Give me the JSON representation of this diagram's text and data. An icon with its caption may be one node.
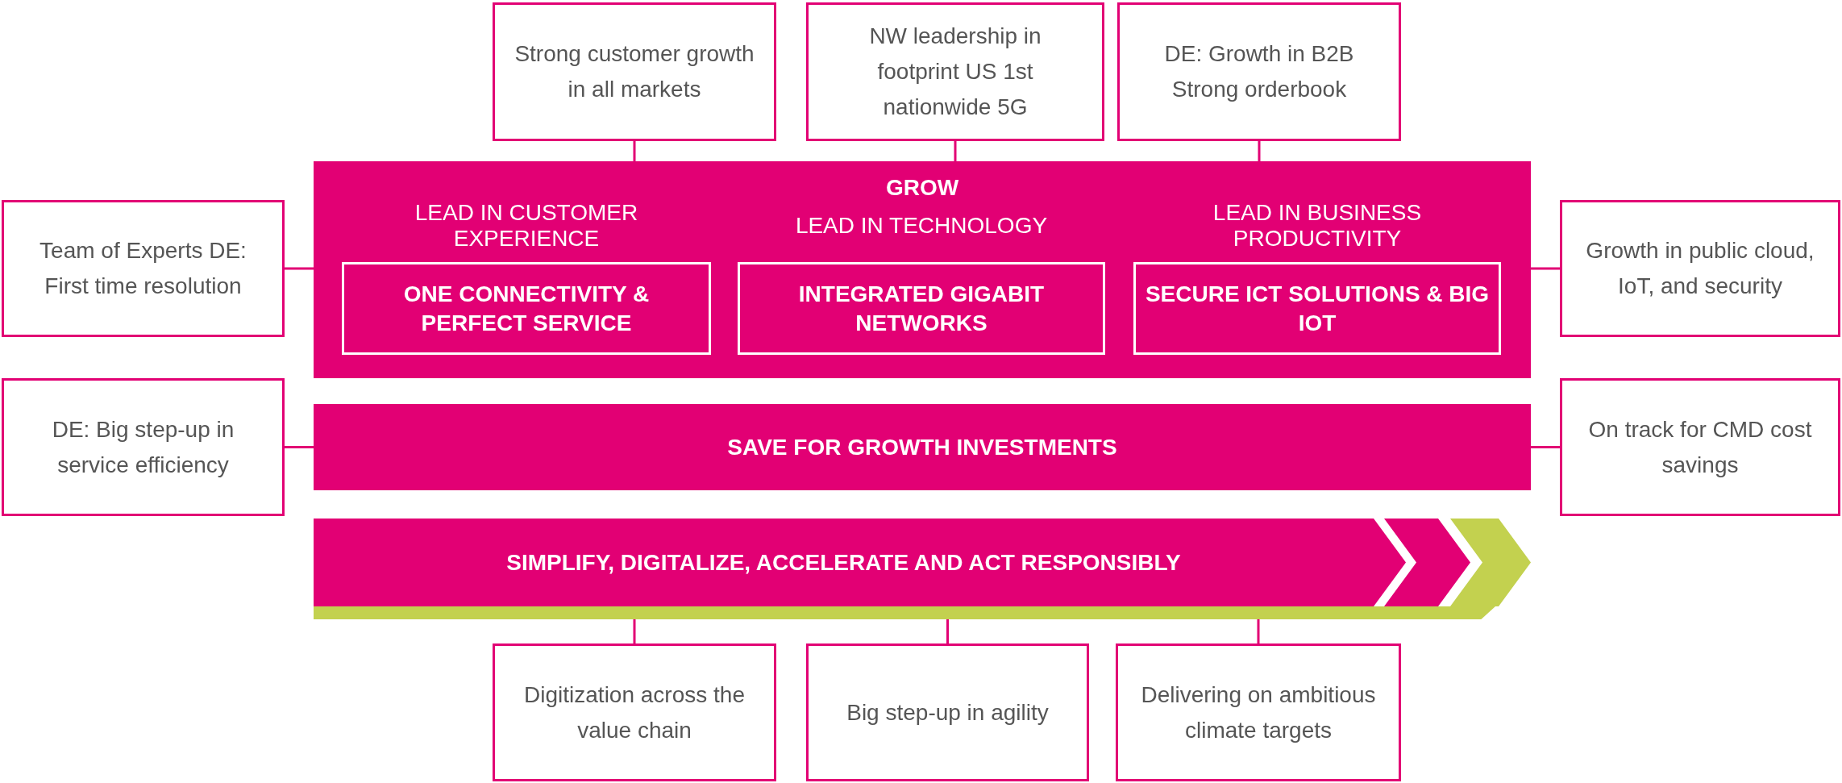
{
  "diagram": {
    "nodes": [
      {
        "text": [
          "Strong customer growth in all markets"
        ]
      },
      {
        "text": [
          "NW leadership in footprint US 1st nationwide 5G"
        ]
      },
      {
        "text": [
          "DE: Growth in B2B Strong orderbook"
        ]
      },
      {
        "text": [
          "Team of Experts DE: First time resolution"
        ]
      },
      {
        "text": [
          "GROW"
        ]
      },
      {
        "text": [
          "LEAD IN CUSTOMER EXPERIENCE",
          "ONE CONNECTIVITY & PERFECT SERVICE"
        ],
        "in": 4
      },
      {
        "text": [
          "LEAD IN TECHNOLOGY",
          "INTEGRATED GIGABIT NETWORKS"
        ],
        "in": 4
      },
      {
        "text": [
          "LEAD IN BUSINESS PRODUCTIVITY",
          "SECURE ICT SOLUTIONS & BIG IOT"
        ],
        "in": 4
      },
      {
        "text": [
          "Growth in public cloud, IoT, and security"
        ]
      },
      {
        "text": [
          "DE: Big step-up in service efficiency"
        ]
      },
      {
        "text": [
          "SAVE FOR GROWTH INVESTMENTS"
        ]
      },
      {
        "text": [
          "On track for CMD cost savings"
        ]
      },
      {
        "text": [
          "SIMPLIFY, DIGITALIZE, ACCELERATE AND ACT RESPONSIBLY"
        ]
      },
      {
        "text": [],
        "shape": "bar"
      },
      {
        "text": [
          "Digitization across the value chain"
        ]
      },
      {
        "text": [
          "Big step-up in agility"
        ]
      },
      {
        "text": [
          "Delivering on ambitious climate targets"
        ]
      }
    ],
    "edges": [
      {
        "from": 0,
        "to": 4,
        "arrow": "none"
      },
      {
        "from": 1,
        "to": 4,
        "arrow": "none"
      },
      {
        "from": 2,
        "to": 4,
        "arrow": "none"
      },
      {
        "from": 3,
        "to": 4,
        "arrow": "none"
      },
      {
        "from": 8,
        "to": 4,
        "arrow": "none"
      },
      {
        "from": 9,
        "to": 10,
        "arrow": "none"
      },
      {
        "from": 11,
        "to": 10,
        "arrow": "none"
      },
      {
        "from": 13,
        "to": 14,
        "arrow": "none"
      },
      {
        "from": 13,
        "to": 15,
        "arrow": "none"
      },
      {
        "from": 13,
        "to": 16,
        "arrow": "none"
      }
    ]
  }
}
